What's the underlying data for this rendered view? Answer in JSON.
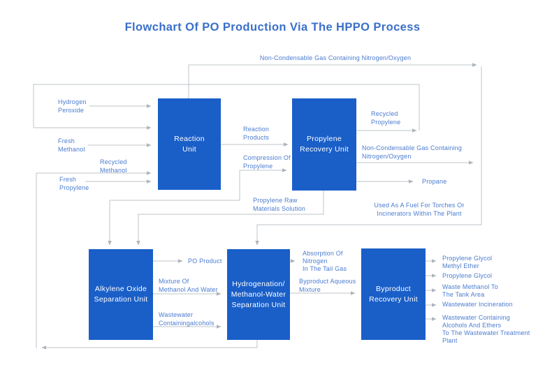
{
  "title": "Flowchart Of PO Production Via The HPPO Process",
  "colors": {
    "box_fill": "#1A5FC8",
    "title_text": "#3A6FCA",
    "accent_text": "#4A7BD0",
    "line": "#BFC4CA"
  },
  "units": {
    "reaction": "Reaction\nUnit",
    "propylene_recovery": "Propylene\nRecovery Unit",
    "alkylene_oxide_separation": "Alkylene Oxide\nSeparation Unit",
    "hydrogenation_separation": "Hydrogenation/\nMethanol-Water\nSeparation Unit",
    "byproduct_recovery": "Byproduct\nRecovery Unit"
  },
  "streams": {
    "top_non_condensable": "Non-Condensable Gas Containing Nitrogen/Oxygen",
    "hydrogen_peroxide": "Hydrogen\nPeroxide",
    "fresh_methanol": "Fresh\nMethanol",
    "recycled_methanol": "Recycled\nMethanol",
    "fresh_propylene": "Fresh\nPropylene",
    "reaction_products": "Reaction\nProducts",
    "compression_of_propylene": "Compression Of\nPropylene",
    "recycled_propylene": "Recycled\nPropylene",
    "mid_non_condensable": "Non-Condensable Gas Containing\nNitrogen/Oxygen",
    "propane": "Propane",
    "propylene_raw_materials": "Propylene Raw\nMaterials Solution",
    "used_as_fuel_note": "Used As A Fuel For Torches Or\nIncinerators Within The Plant",
    "po_product": "PO Product",
    "mixture_methanol_water": "Mixture Of\nMethanol And Water",
    "wastewater_alcohols": "Wastewater\nContainingalcohols",
    "absorption_nitrogen": "Absorption Of\nNitrogen\nIn The Tail Gas",
    "byproduct_aqueous_mixture": "Byproduct Aqueous\nMixture",
    "out_pg_methyl_ether": "Propylene Glycol\nMethyl Ether",
    "out_propylene_glycol": "Propylene Glycol",
    "out_waste_methanol": "Waste Methanol To\nThe Tank Area",
    "out_wastewater_incineration": "Wastewater Incineration",
    "out_wastewater_treatment": "Wastewater Containing\nAlcohols And Ethers\nTo The Wastewater Treatment\nPlant"
  }
}
